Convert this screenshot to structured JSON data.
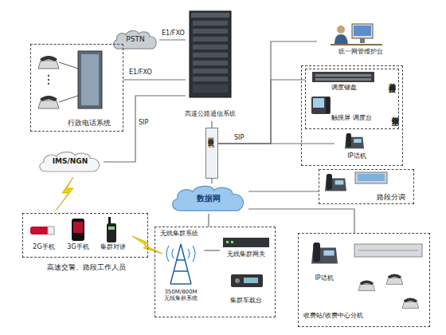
{
  "diagram": {
    "nodes": [
      {
        "text": [
          "PSTN"
        ]
      },
      {
        "text": [
          "行政电话系统"
        ]
      },
      {
        "text": [
          "高速公路通信系统"
        ]
      },
      {
        "text": [
          "IMS/NGN"
        ]
      },
      {
        "text": [
          "网络交换机"
        ]
      },
      {
        "text": [
          "统一网管维护台"
        ]
      },
      {
        "text": [
          "指挥室"
        ]
      },
      {
        "text": [
          "总调度台"
        ],
        "in": 6
      },
      {
        "text": [
          "调度键盘"
        ],
        "in": 7
      },
      {
        "text": [
          "触摸屏 调度台"
        ],
        "in": 7
      },
      {
        "text": [
          "IP话机"
        ],
        "in": 6
      },
      {
        "text": [
          "数据网"
        ]
      },
      {
        "text": [
          "路段分调"
        ]
      },
      {
        "text": [
          "高速交警、路段工作人员"
        ]
      },
      {
        "text": [
          "2G手机"
        ],
        "in": 13
      },
      {
        "text": [
          "3G手机"
        ],
        "in": 13
      },
      {
        "text": [
          "集群对讲"
        ],
        "in": 13
      },
      {
        "text": [
          "无线集群系统"
        ]
      },
      {
        "text": [
          "350M/800M 无线集群系统"
        ],
        "in": 17
      },
      {
        "text": [
          "无线集群网关"
        ],
        "in": 17
      },
      {
        "text": [
          "集群车载台"
        ],
        "in": 17
      },
      {
        "text": [
          "收费站/收费中心分机"
        ]
      },
      {
        "text": [
          "IP话机"
        ],
        "in": 21
      }
    ],
    "edges": [
      {
        "from": 0,
        "to": 2,
        "label": "E1/FXO",
        "arrow": "none"
      },
      {
        "from": 1,
        "to": 2,
        "label": "E1/FXO",
        "arrow": "none"
      },
      {
        "from": 2,
        "to": 3,
        "label": "SIP",
        "arrow": "none"
      },
      {
        "from": 2,
        "to": 4,
        "arrow": "none"
      },
      {
        "from": 4,
        "to": 5,
        "arrow": "none"
      },
      {
        "from": 4,
        "to": 7,
        "arrow": "none"
      },
      {
        "from": 4,
        "to": 10,
        "label": "SIP",
        "arrow": "none"
      },
      {
        "from": 4,
        "to": 11,
        "arrow": "none"
      },
      {
        "from": 11,
        "to": 12,
        "arrow": "none"
      },
      {
        "from": 11,
        "to": 17,
        "arrow": "none"
      },
      {
        "from": 11,
        "to": 21,
        "arrow": "none"
      },
      {
        "from": 18,
        "to": 19,
        "arrow": "none"
      }
    ]
  }
}
